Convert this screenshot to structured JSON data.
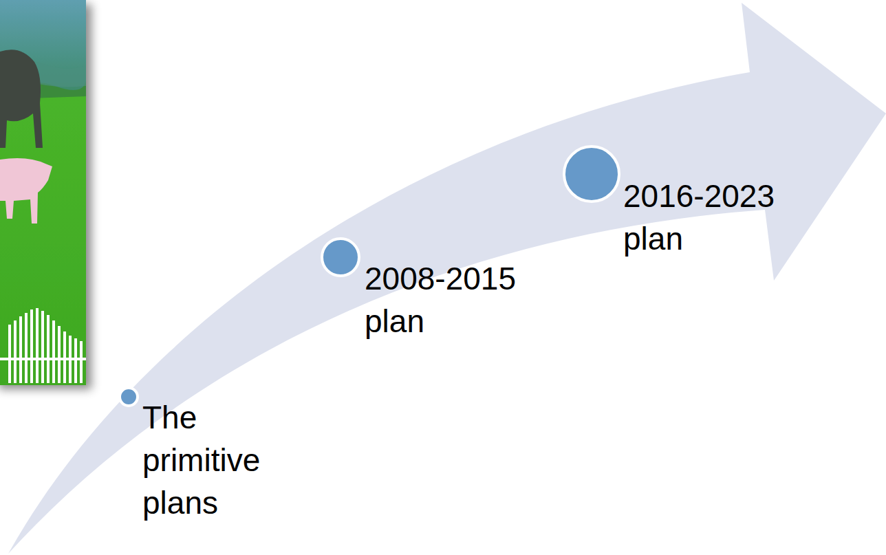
{
  "diagram": {
    "nodes": [
      {
        "text": [
          "The primitive plans"
        ]
      },
      {
        "text": [
          "2008-2015 plan"
        ]
      },
      {
        "text": [
          "2016-2023 plan"
        ]
      }
    ]
  }
}
